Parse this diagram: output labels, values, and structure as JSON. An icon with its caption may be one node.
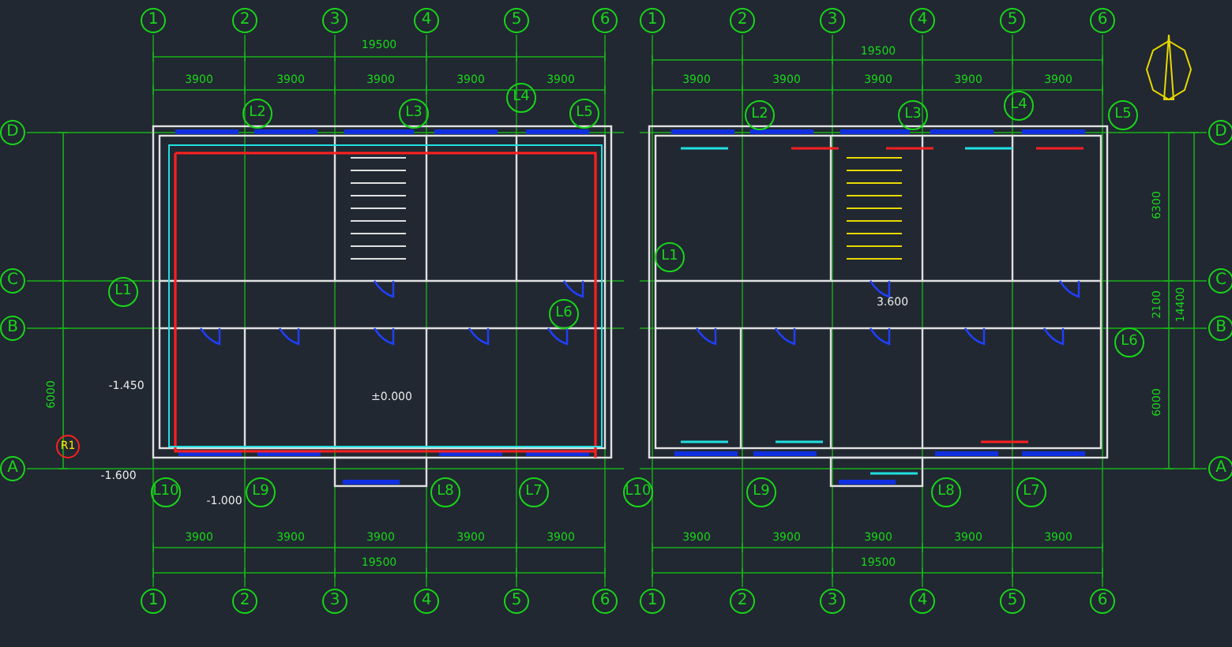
{
  "diagram": {
    "labels": [
      "1",
      "2",
      "3",
      "4",
      "5",
      "6",
      "19500",
      "3900",
      "3900",
      "3900",
      "3900",
      "3900",
      "L2",
      "L3",
      "L4",
      "L5",
      "D",
      "C",
      "L1",
      "L6",
      "B",
      "6000",
      "-1.450",
      "R1",
      "-1.600",
      "A",
      "L10",
      "L9",
      "L8",
      "L7",
      "-1.000",
      "±0.000",
      "3900",
      "3900",
      "3900",
      "3900",
      "3900",
      "19500",
      "1",
      "2",
      "3",
      "4",
      "5",
      "6",
      "1",
      "2",
      "3",
      "4",
      "5",
      "6",
      "19500",
      "3900",
      "3900",
      "3900",
      "3900",
      "3900",
      "L2",
      "L3",
      "L4",
      "L5",
      "D",
      "L1",
      "C",
      "6300",
      "3.600",
      "L6",
      "B",
      "2100",
      "14400",
      "6000",
      "A",
      "L10",
      "L9",
      "L8",
      "L7",
      "3900",
      "3900",
      "3900",
      "3900",
      "3900",
      "19500",
      "1",
      "2",
      "3",
      "4",
      "5",
      "6"
    ]
  }
}
